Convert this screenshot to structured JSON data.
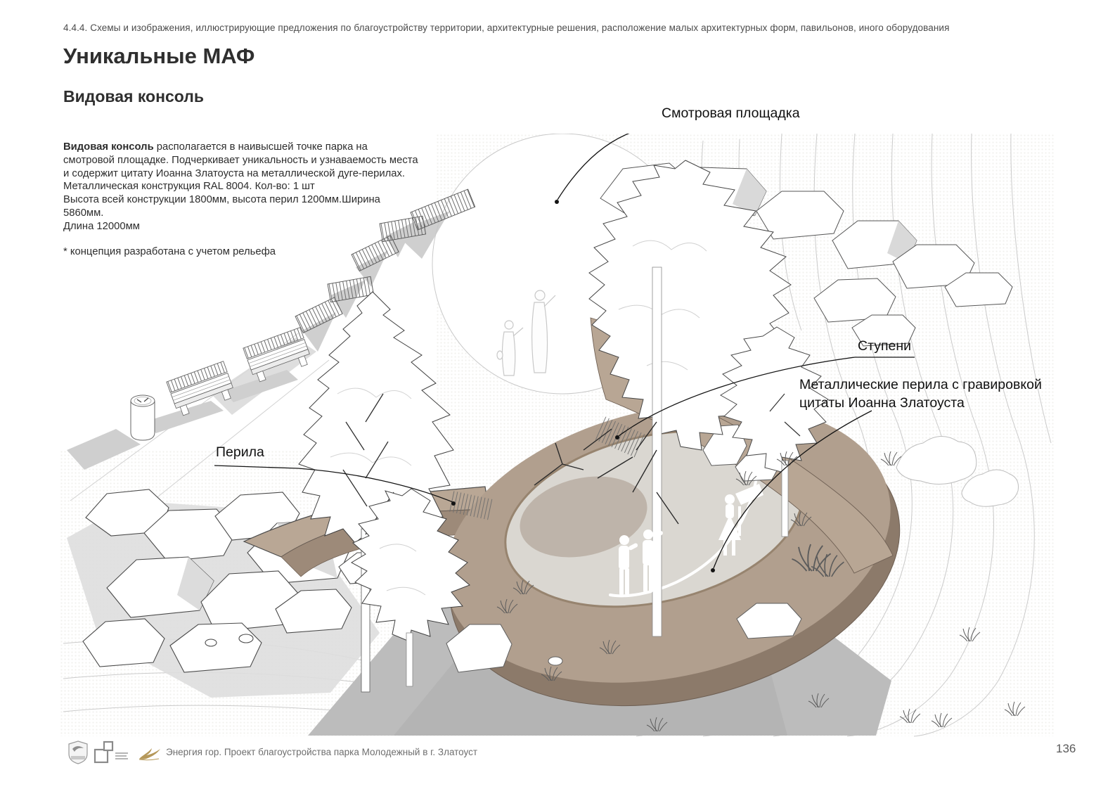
{
  "page": {
    "caption": "4.4.4. Схемы и изображения, иллюстрирующие предложения по благоустройству территории, архитектурные решения, расположение малых архитектурных форм, павильонов, иного оборудования",
    "title": "Уникальные МАФ",
    "subtitle": "Видовая консоль",
    "page_number": "136"
  },
  "description": {
    "lead_bold": "Видовая консоль",
    "lead_rest": " располагается в наивысшей точке парка на смотровой площадке. Подчеркивает уникальность и узнаваемость места и содержит цитату Иоанна Златоуста на металлической дуге-перилах.",
    "specs": [
      "Металлическая конструкция RAL 8004. Кол-во: 1 шт",
      "Высота всей конструкции 1800мм, высота перил 1200мм.Ширина 5860мм.",
      "Длина 12000мм"
    ],
    "footnote": "* концепция разработана с учетом рельефа"
  },
  "annotations": {
    "viewpoint": "Смотровая площадка",
    "steps": "Ступени",
    "railing_engraved_line1": "Металлические перила с гравировкой",
    "railing_engraved_line2": "цитаты Иоанна Златоуста",
    "railing": "Перила"
  },
  "footer": {
    "project_label": "Энергия гор. Проект благоустройства парка Молодежный в г. Златоуст",
    "logos": [
      "city-crest-logo",
      "program-squares-logo",
      "gold-bird-logo"
    ]
  },
  "colors": {
    "structure_top": "#b19f8e",
    "structure_wall": "#8c7a6a",
    "shadow_gray": "#bcbcbc",
    "contour_gray": "#c9c9c9",
    "annotation_black": "#101010",
    "gold_logo": "#b5985a"
  }
}
